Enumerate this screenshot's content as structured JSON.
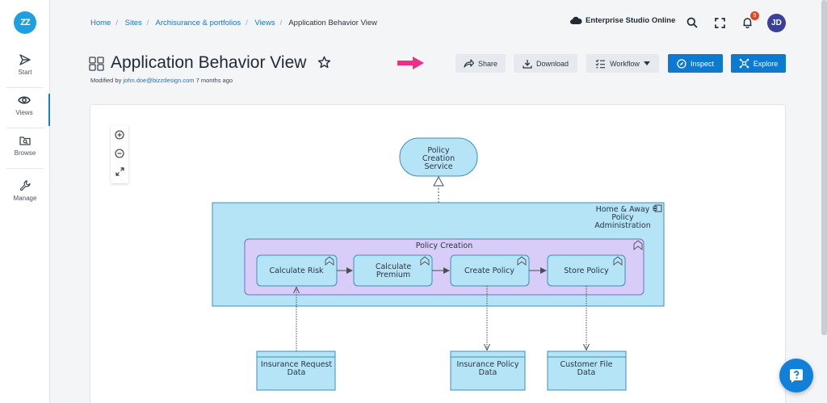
{
  "sidebar": {
    "logo": "ZZ",
    "items": [
      {
        "label": "Start",
        "icon": "send-icon"
      },
      {
        "label": "Views",
        "icon": "eye-icon"
      },
      {
        "label": "Browse",
        "icon": "folder-search-icon"
      },
      {
        "label": "Manage",
        "icon": "wrench-icon"
      }
    ]
  },
  "breadcrumb": [
    "Home",
    "Sites",
    "Archisurance & portfolios",
    "Views",
    "Application Behavior View"
  ],
  "header": {
    "studio": "Enterprise Studio Online",
    "notifications": "9",
    "avatar": "JD"
  },
  "page": {
    "title": "Application Behavior View",
    "modified_prefix": "Modified by ",
    "modified_user": "john.doe@bizzdesign.com",
    "modified_suffix": " 7 months ago"
  },
  "toolbar": {
    "share": "Share",
    "download": "Download",
    "workflow": "Workflow",
    "inspect": "Inspect",
    "explore": "Explore"
  },
  "colors": {
    "accent": "#0d7ad1",
    "pink_arrow": "#ee2f8a",
    "app_component": "#b5e4f7",
    "function_fill": "#d7cdf8"
  },
  "diagram": {
    "service": [
      "Policy",
      "Creation",
      "Service"
    ],
    "component": [
      "Home & Away",
      "Policy",
      "Administration"
    ],
    "function": "Policy Creation",
    "steps": [
      {
        "lines": [
          "Calculate Risk"
        ]
      },
      {
        "lines": [
          "Calculate",
          "Premium"
        ]
      },
      {
        "lines": [
          "Create Policy"
        ]
      },
      {
        "lines": [
          "Store Policy"
        ]
      }
    ],
    "data_objects": [
      {
        "lines": [
          "Insurance Request",
          "Data"
        ]
      },
      {
        "lines": [
          "Insurance Policy",
          "Data"
        ]
      },
      {
        "lines": [
          "Customer File",
          "Data"
        ]
      }
    ]
  }
}
